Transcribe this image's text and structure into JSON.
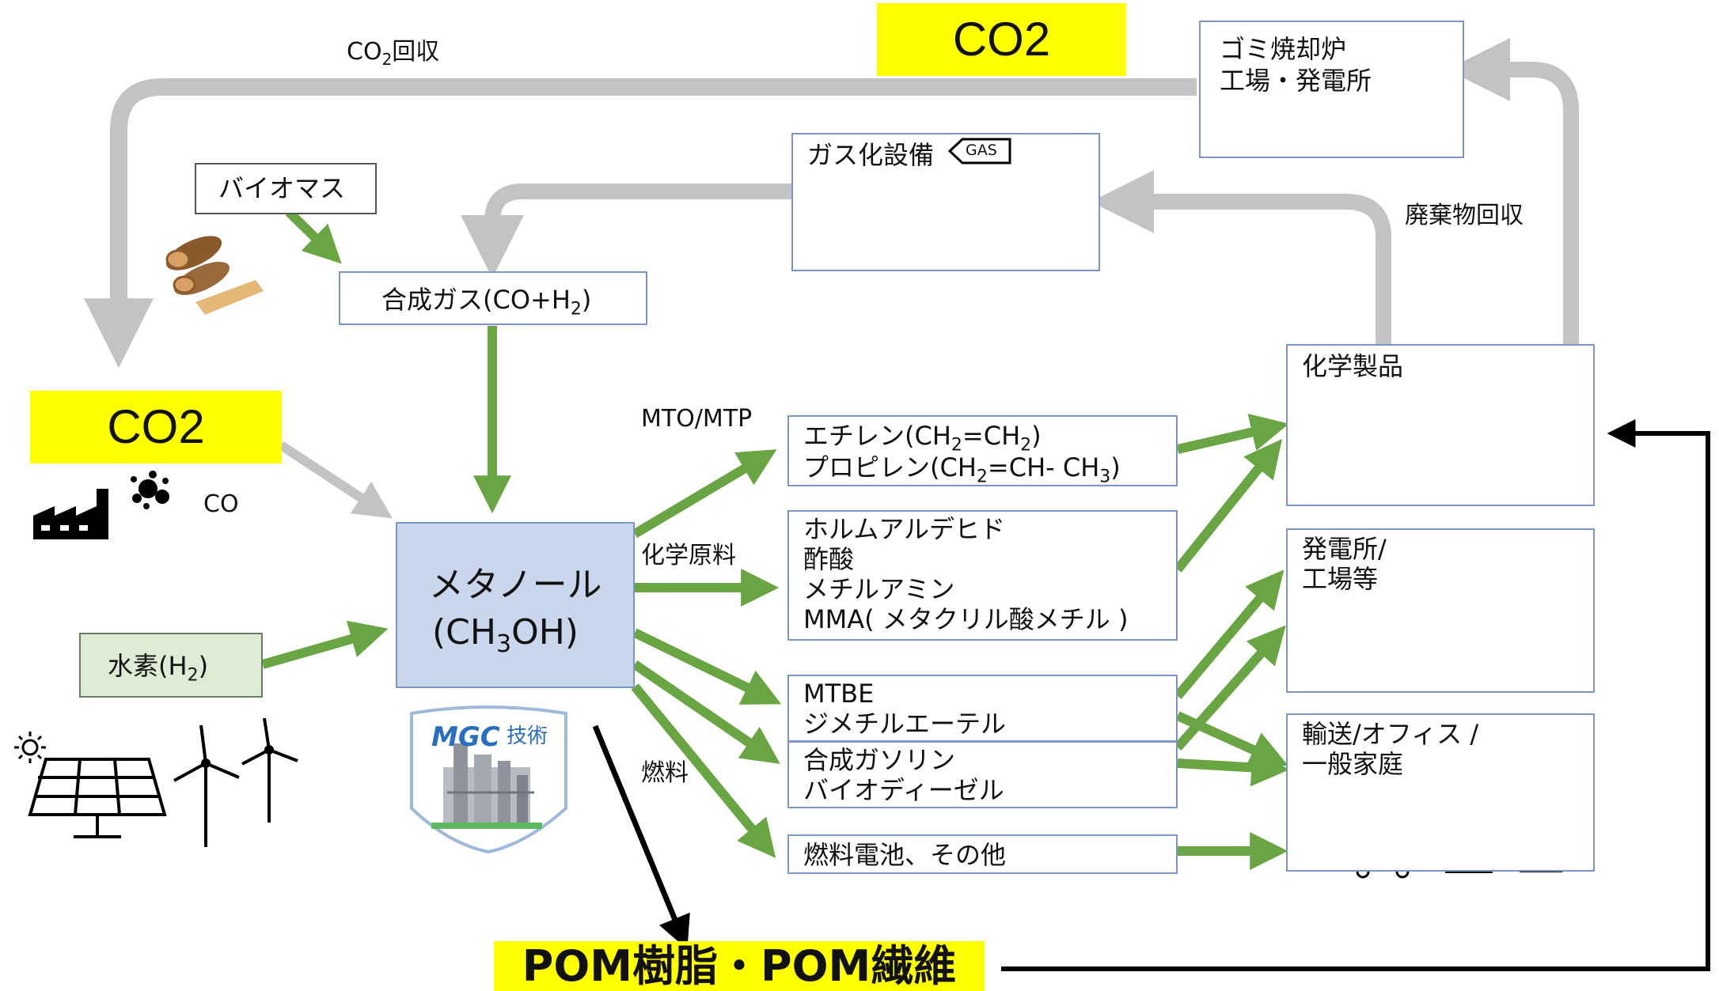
{
  "highlights": {
    "co2_top": "CO2",
    "co2_left": "CO2",
    "pom": "POM樹脂・POM繊維"
  },
  "labels": {
    "co2_recovery_prefix": "CO",
    "co2_recovery_sub": "2",
    "co2_recovery_suffix": "回収",
    "waste_recovery": "廃棄物回収",
    "co": "CO",
    "mto_mtp": "MTO/MTP",
    "chemical_feedstock": "化学原料",
    "fuel": "燃料"
  },
  "boxes": {
    "incinerator": [
      "ゴミ焼却炉",
      "工場・発電所"
    ],
    "gasification": "ガス化設備",
    "gas_tag": "GAS",
    "biomass": "バイオマス",
    "syngas": [
      "合成ガス(CO+H",
      "2",
      ")"
    ],
    "methanol": [
      "メタノール",
      "(CH",
      "3",
      "OH)"
    ],
    "hydrogen": [
      "水素(H",
      "2",
      ")"
    ],
    "mgc_logo": "MGC",
    "mgc_tech": "技術",
    "ethylene": {
      "line1": [
        "エチレン(CH",
        "2",
        "=CH",
        "2",
        ")"
      ],
      "line2": [
        "プロピレン(CH",
        "2",
        "=CH- CH",
        "3",
        ")"
      ]
    },
    "chemicals": [
      "ホルムアルデヒド",
      "酢酸",
      "メチルアミン",
      "MMA( メタクリル酸メチル )"
    ],
    "mtbe": [
      "MTBE",
      "ジメチルエーテル"
    ],
    "gasoline": [
      "合成ガソリン",
      "バイオディーゼル"
    ],
    "fuelcell": "燃料電池、その他",
    "chemical_products": "化学製品",
    "power_plant": [
      "発電所/",
      "工場等"
    ],
    "transport": [
      "輸送/オフィス /",
      "一般家庭"
    ]
  },
  "colors": {
    "green_arrow": "#6aa544",
    "gray_arrow": "#c3c3c3",
    "box_border": "#7b96c7",
    "methanol_fill": "#c9d6ec",
    "hydrogen_fill": "#deecd5",
    "highlight": "#ffff00",
    "black": "#000000"
  },
  "icons": [
    "fire-icon",
    "factory-icon",
    "gasifier-icon",
    "firewood-icon",
    "smoke-particles-icon",
    "solar-panel-icon",
    "sun-icon",
    "wind-turbine-icon",
    "plant-facility-icon",
    "electric-car-icon",
    "shirt-icon",
    "bottle-icon",
    "power-tower-icon",
    "warehouse-icon",
    "ship-icon",
    "truck-icon",
    "car-icon",
    "house-icon",
    "building-icon",
    "jerrycan-icon",
    "fuel-pump-icon"
  ]
}
